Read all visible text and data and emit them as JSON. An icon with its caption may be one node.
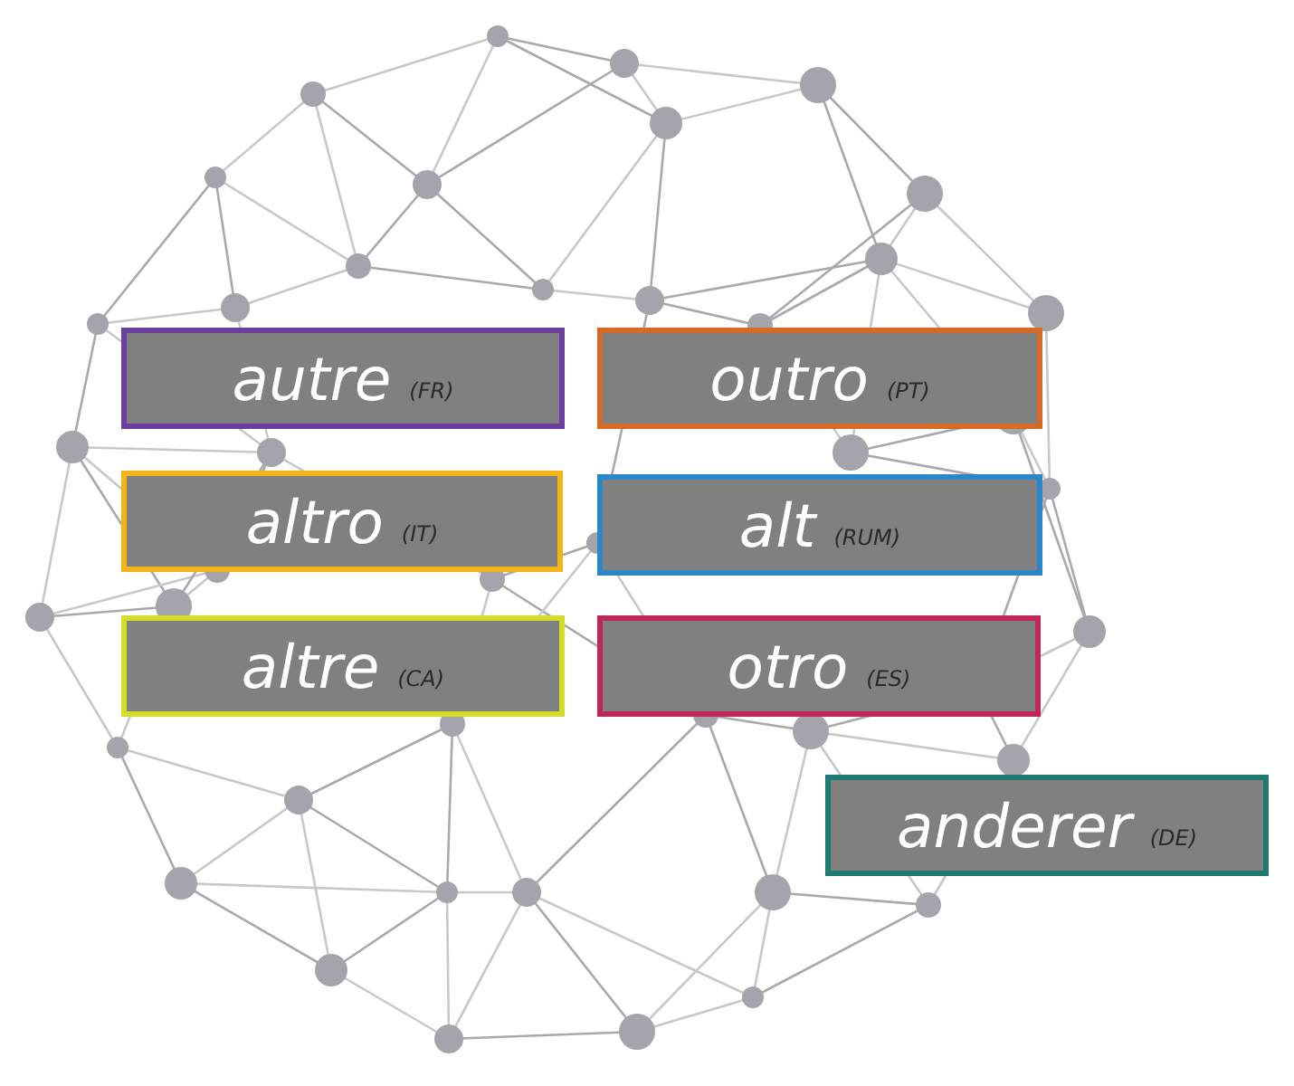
{
  "diagram": {
    "nodes": [
      {
        "text": [
          "autre",
          "(FR)"
        ]
      },
      {
        "text": [
          "outro",
          "(PT)"
        ]
      },
      {
        "text": [
          "altro",
          "(IT)"
        ]
      },
      {
        "text": [
          "alt",
          "(RUM)"
        ]
      },
      {
        "text": [
          "altre",
          "(CA)"
        ]
      },
      {
        "text": [
          "otro",
          "(ES)"
        ]
      },
      {
        "text": [
          "anderer",
          "(DE)"
        ]
      }
    ]
  }
}
